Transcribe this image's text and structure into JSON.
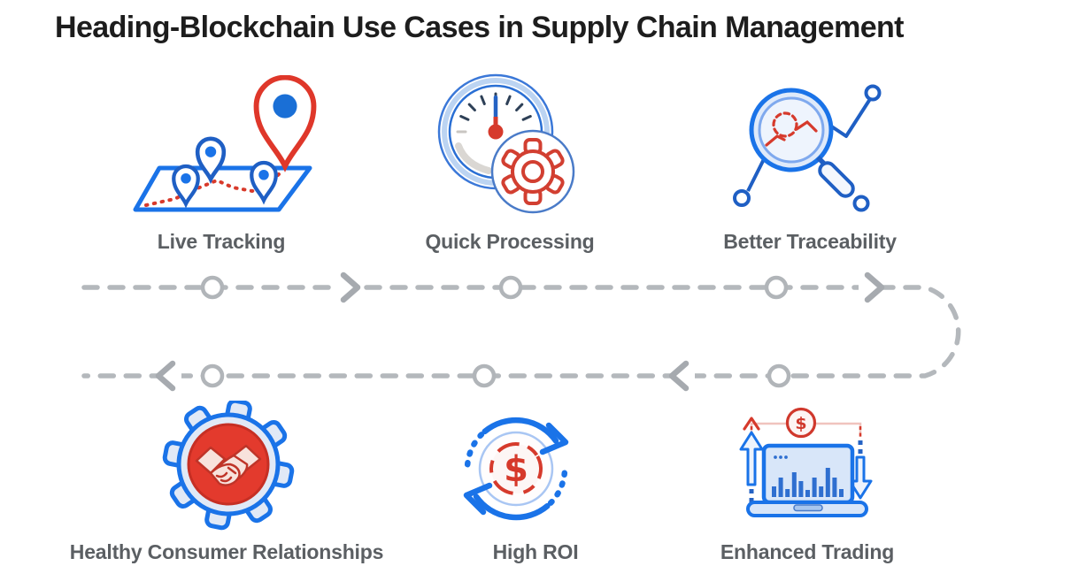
{
  "heading": {
    "text": "Heading-Blockchain Use Cases in Supply Chain Management",
    "color": "#1d1d1d"
  },
  "palette": {
    "blue": "#1a73e8",
    "red": "#d93a2b",
    "connector_gray": "#b4b8bc",
    "label_gray": "#5b5f63",
    "light_blue_fill": "#d8e6f9",
    "pale_blue_fill": "#e7eefb",
    "pale_red_fill": "#fbe9e7"
  },
  "use_cases": {
    "top_row": [
      {
        "label": "Live Tracking",
        "icon": "map-location-pins-icon"
      },
      {
        "label": "Quick Processing",
        "icon": "gauge-gear-icon"
      },
      {
        "label": "Better Traceability",
        "icon": "magnifier-trend-icon"
      }
    ],
    "bottom_row": [
      {
        "label": "Healthy Consumer Relationships",
        "icon": "gear-handshake-icon"
      },
      {
        "label": "High ROI",
        "icon": "dollar-cycle-icon"
      },
      {
        "label": "Enhanced Trading",
        "icon": "laptop-stock-chart-icon"
      }
    ]
  },
  "icon_text": {
    "dollar": "$"
  },
  "flow_path": {
    "style": "dashed",
    "color": "#b4b8bc",
    "top_direction": "left-to-right",
    "bottom_direction": "right-to-left",
    "waypoint_circles": 6,
    "arrowheads": 4
  }
}
